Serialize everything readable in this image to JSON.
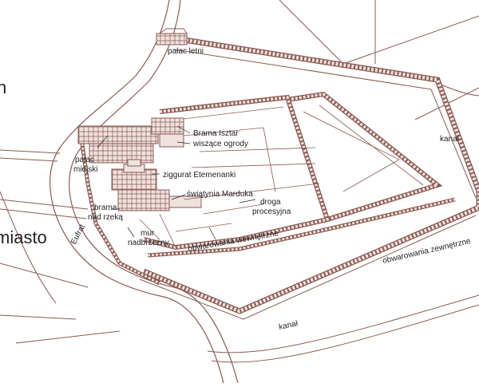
{
  "labels": {
    "summer_palace": "pałac letni",
    "ishtar_gate": "Brama Isztar",
    "hanging_gardens": "wiszące ogrody",
    "city_palace_line1": "pałac",
    "city_palace_line2": "miejski",
    "ziggurat": "ziggurat Etemenanki",
    "marduk_temple": "świątynia Marduka",
    "procession_way_line1": "droga",
    "procession_way_line2": "procesyjna",
    "river_gate_line1": "brama",
    "river_gate_line2": "nad rzeką",
    "river_wall_line1": "mur",
    "river_wall_line2": "nadbrzeżny",
    "euphrates": "Eufrat",
    "inner_walls": "obwarowania wewnętrzne",
    "outer_walls": "obwarowania zewnętrzne",
    "canal_top": "kanał",
    "canal_bottom": "kanał",
    "city_partial": "miasto",
    "edge_fragment": "n"
  },
  "colors": {
    "ink": "#8a5a52",
    "wall_fill": "#efe2de",
    "text": "#222222"
  }
}
